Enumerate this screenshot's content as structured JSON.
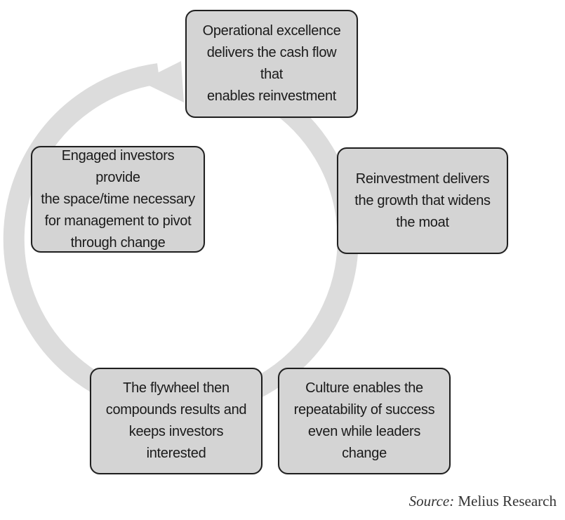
{
  "colors": {
    "ring": "#dcdcdc",
    "box_fill": "#d4d4d4",
    "box_border": "#1f1f1f",
    "text": "#1a1a1a",
    "source_text": "#333333"
  },
  "cycle": {
    "steps": [
      {
        "text": "Operational excellence\ndelivers the cash flow that\nenables reinvestment"
      },
      {
        "text": "Reinvestment delivers\nthe growth that widens\nthe moat"
      },
      {
        "text": "Culture enables the\nrepeatability of success\neven while leaders change"
      },
      {
        "text": "The flywheel then\ncompounds results and\nkeeps investors interested"
      },
      {
        "text": "Engaged investors provide\nthe space/time necessary\nfor management to pivot\nthrough change"
      }
    ],
    "ring_icon": "circular-arrow-icon"
  },
  "source": {
    "label": "Source:",
    "text": "Melius Research"
  }
}
